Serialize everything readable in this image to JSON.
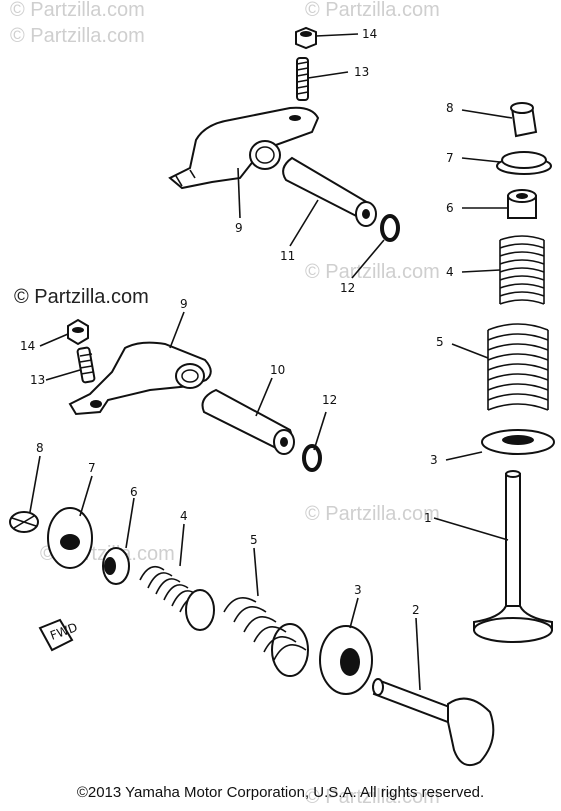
{
  "watermarks": [
    "© Partzilla.com",
    "© Partzilla.com",
    "© Partzilla.com",
    "© Partzilla.com",
    "© Partzilla.com",
    "© Partzilla.com",
    "© Partzilla.com"
  ],
  "watermark_main": "© Partzilla.com",
  "footer": "©2013  Yamaha Motor Corporation, U.S.A. All rights reserved.",
  "callouts": {
    "n14a": "14",
    "n13a": "13",
    "n9a": "9",
    "n11": "11",
    "n12a": "12",
    "n8a": "8",
    "n7a": "7",
    "n6a": "6",
    "n4a": "4",
    "n5a": "5",
    "n3a": "3",
    "n1": "1",
    "n9b": "9",
    "n14b": "14",
    "n13b": "13",
    "n10": "10",
    "n12b": "12",
    "n8b": "8",
    "n7b": "7",
    "n6b": "6",
    "n4b": "4",
    "n5b": "5",
    "n3b": "3",
    "n2": "2"
  },
  "fwd_mark": "FWD"
}
